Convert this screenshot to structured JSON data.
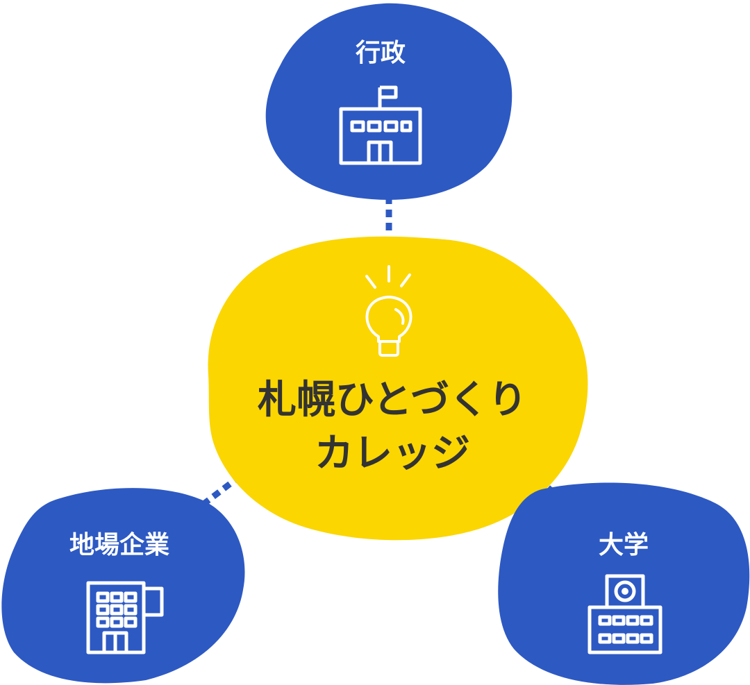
{
  "colors": {
    "blob_blue": "#2d59c3",
    "blob_yellow": "#fbd600",
    "icon_white": "#ffffff",
    "text_dark": "#333333",
    "connector": "#2d59c3"
  },
  "center": {
    "line1": "札幌ひとづくり",
    "line2": "カレッジ",
    "icon": "lightbulb-icon"
  },
  "nodes": {
    "gyosei": {
      "label": "行政",
      "icon": "government-building-icon"
    },
    "kigyo": {
      "label": "地場企業",
      "icon": "office-building-icon"
    },
    "daigaku": {
      "label": "大学",
      "icon": "university-building-icon"
    }
  }
}
